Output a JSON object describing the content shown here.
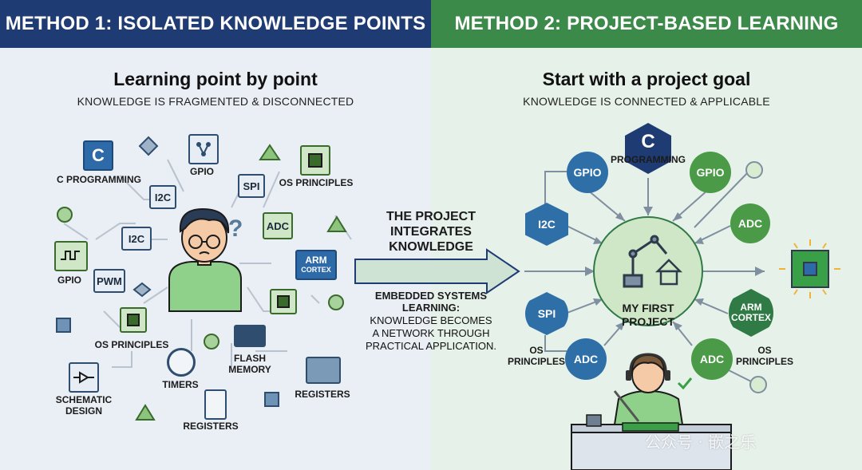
{
  "left": {
    "header": "METHOD 1: ISOLATED KNOWLEDGE POINTS",
    "title": "Learning point by point",
    "caption": "KNOWLEDGE IS FRAGMENTED & DISCONNECTED",
    "items": {
      "c_icon": "C",
      "c_programming": "C PROGRAMMING",
      "gpio_top": "GPIO",
      "i2c_a": "I2C",
      "spi": "SPI",
      "os_principles_top": "OS PRINCIPLES",
      "i2c_b": "I2C",
      "adc": "ADC",
      "arm": "ARM",
      "cortex": "CORTEX",
      "gpio_left": "GPIO",
      "pwm": "PWM",
      "os_principles_bottom": "OS PRINCIPLES",
      "flash_1": "FLASH",
      "flash_2": "MEMORY",
      "timers": "TIMERS",
      "registers_right": "REGISTERS",
      "schematic_1": "SCHEMATIC",
      "schematic_2": "DESIGN",
      "registers_bottom": "REGISTERS"
    }
  },
  "center": {
    "arrow_1": "THE PROJECT",
    "arrow_2": "INTEGRATES",
    "arrow_3": "KNOWLEDGE",
    "emb_1": "EMBEDDED SYSTEMS",
    "emb_2": "LEARNING:",
    "emb_3": "KNOWLEDGE BECOMES",
    "emb_4": "A NETWORK THROUGH",
    "emb_5": "PRACTICAL APPLICATION."
  },
  "right": {
    "header": "METHOD 2: PROJECT-BASED LEARNING",
    "title": "Start with a project goal",
    "caption": "KNOWLEDGE IS CONNECTED & APPLICABLE",
    "nodes": {
      "c": "C",
      "programming": "PROGRAMMING",
      "gpio_left": "GPIO",
      "gpio_right": "GPIO",
      "i2c": "I2C",
      "adc_right": "ADC",
      "spi": "SPI",
      "arm_1": "ARM",
      "arm_2": "CORTEX",
      "adc_bottom_left": "ADC",
      "adc_bottom_right": "ADC",
      "os_left_1": "OS",
      "os_left_2": "PRINCIPLES",
      "os_right_1": "OS",
      "os_right_2": "PRINCIPLES"
    },
    "project_1": "MY FIRST",
    "project_2": "PROJECT",
    "watermark": "公众号 · 嵌之乐"
  },
  "colors": {
    "navy": "#1f3b73",
    "green": "#3b8a4a",
    "node_blue": "#2e6fa8",
    "node_green": "#4b9a48",
    "node_darkgreen": "#2f7a45",
    "node_navy": "#1f3b73"
  }
}
